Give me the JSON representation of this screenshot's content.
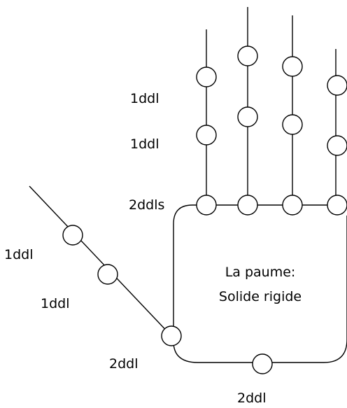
{
  "labels": {
    "finger_top": "1ddl",
    "finger_mid": "1ddl",
    "finger_base": "2ddls",
    "thumb_top": "1ddl",
    "thumb_mid": "1ddl",
    "thumb_base": "2ddl",
    "palm_bottom": "2ddl",
    "palm_title": "La paume:",
    "palm_subtitle": "Solide rigide"
  },
  "colors": {
    "line": "#000000",
    "joint_fill": "#ffffff",
    "background": "#ffffff"
  }
}
